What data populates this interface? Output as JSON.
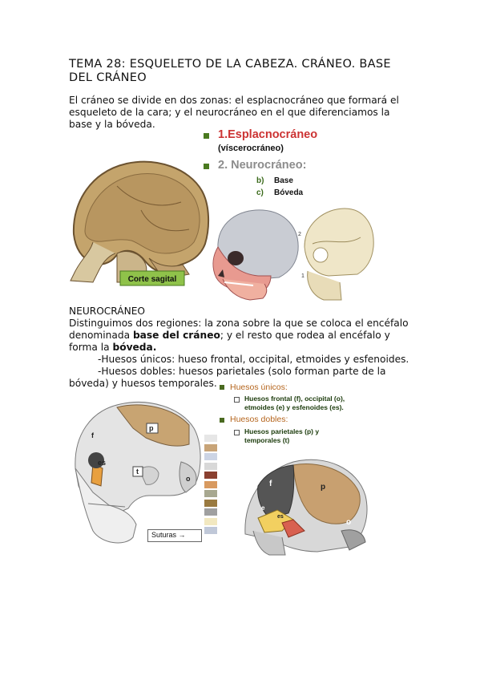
{
  "title": {
    "line1": "TEMA 28: ESQUELETO DE LA CABEZA. CRÁNEO. BASE",
    "line2": "DEL CRÁNEO"
  },
  "intro": {
    "line1": "El cráneo se divide en dos zonas: el esplacnocráneo que formará el",
    "line2": "esqueleto de la cara; y el neurocráneo en el que diferenciamos la",
    "line3": "base y la bóveda."
  },
  "slide1": {
    "item1": "1.Esplacnocráneo",
    "item1_sub": "(víscerocráneo)",
    "item2": "2. Neurocráneo:",
    "sub_b_letter": "b)",
    "sub_b": "Base",
    "sub_c_letter": "c)",
    "sub_c": "Bóveda",
    "caption": "Corte sagital"
  },
  "neuro": {
    "heading": "NEUROCRÁNEO",
    "line1": "Distinguimos dos regiones: la zona sobre la que se coloca el encéfalo",
    "line2_pre": "denominada ",
    "line2_bold": "base del cráneo",
    "line2_post": "; y el resto que rodea al encéfalo y",
    "line3_pre": "forma la ",
    "line3_bold": "bóveda.",
    "line4": "-Huesos únicos: hueso frontal, occipital, etmoides y esfenoides.",
    "line5": "-Huesos dobles: huesos parietales (solo forman parte de la",
    "line6": "bóveda) y huesos temporales."
  },
  "slide2": {
    "unicos_title": "Huesos únicos:",
    "unicos_line1": "Huesos frontal (f), occipital (o),",
    "unicos_line2": "etmoides (e) y esfenoides (es).",
    "dobles_title": "Huesos dobles:",
    "dobles_line1": "Huesos parietales (p) y",
    "dobles_line2": "temporales (t)",
    "suturas": "Suturas →",
    "labels": {
      "f": "f",
      "p": "p",
      "t": "t",
      "o": "o",
      "es": "es",
      "e": "e"
    }
  },
  "swatches": [
    "#e6e6e6",
    "#c8a478",
    "#ccd4e4",
    "#d8d8d8",
    "#8a4030",
    "#d89a60",
    "#a8a890",
    "#9a7a40",
    "#a0a0a0",
    "#f2e8c0",
    "#c0c8d8"
  ],
  "colors": {
    "accent_red": "#cc3333",
    "accent_green": "#4a7a20",
    "gray_text": "#8c8c8c",
    "brown_text": "#b5651d",
    "sub_green": "#3a6a1a"
  }
}
